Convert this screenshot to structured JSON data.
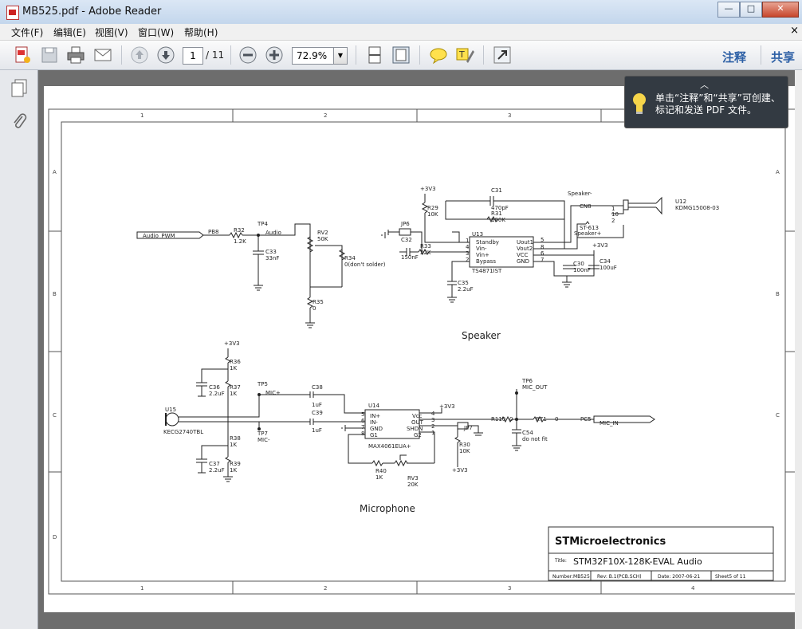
{
  "window": {
    "title": "MB525.pdf - Adobe Reader",
    "min": "—",
    "max": "□",
    "close": "✕"
  },
  "menu": {
    "items": [
      "文件(F)",
      "编辑(E)",
      "视图(V)",
      "窗口(W)",
      "帮助(H)"
    ],
    "close": "×"
  },
  "toolbar": {
    "page_current": "1",
    "page_total": "/ 11",
    "zoom": "72.9%",
    "zoom_arrow": "▼",
    "comment": "注释",
    "share": "共享"
  },
  "popup": {
    "caret": "︿",
    "line1": "单击“注释”和“共享”可创建、",
    "line2": "标记和发送 PDF 文件。"
  },
  "sheet": {
    "cols": [
      "1",
      "2",
      "3",
      "4"
    ],
    "rows": [
      "A",
      "B",
      "C",
      "D"
    ],
    "title_company": "STMicroelectronics",
    "title_label": "Title:",
    "title_name": "STM32F10X-128K-EVAL Audio",
    "number": "Number:MB525",
    "rev": "Rev: B.1(PCB.SCH)",
    "date": "Date: 2007-06-21",
    "sheet_of": "Sheet5   of       11"
  },
  "speaker": {
    "label": "Speaker",
    "audio_pwm": "Audio_PWM",
    "pb8": "PB8",
    "r32": "R32",
    "r32v": "1.2K",
    "tp4": "TP4",
    "audio": "Audio",
    "c33": "C33",
    "c33v": "33nF",
    "rv2": "RV2",
    "rv2v": "50K",
    "r34": "R34",
    "r34v": "0(don't solder)",
    "r35": "R35",
    "r35v": "0",
    "jp6": "JP6",
    "c32": "C32",
    "c32v": "150nF",
    "r33": "R33",
    "r33v": "22K",
    "p3v3": "+3V3",
    "r29": "R29",
    "r29v": "10K",
    "c31": "C31",
    "c31v": "470pF",
    "r31": "R31",
    "r31v": "100K",
    "u13": "U13",
    "u13part": "TS4871IST",
    "pins_l": [
      "Standby",
      "Vin-",
      "Vin+",
      "Bypass"
    ],
    "pins_r": [
      "Uout1",
      "Vout2",
      "VCC",
      "GND"
    ],
    "pnum_r": [
      "5",
      "8",
      "6",
      "7"
    ],
    "pnum_l": [
      "1",
      "4",
      "3",
      "2"
    ],
    "c35": "C35",
    "c35v": "2.2uF",
    "c30": "C30",
    "c30v": "100nF",
    "c34": "C34",
    "c34v": "100uF",
    "spk_m": "Speaker-",
    "spk_p": "Speaker+",
    "cn8": "CN8",
    "st613": "ST-613",
    "u12": "U12",
    "u12part": "KDMG15008-03",
    "n1": "1",
    "n10": "10",
    "n2": "2"
  },
  "mic": {
    "label": "Microphone",
    "p3v3": "+3V3",
    "r36": "R36",
    "r36v": "1K",
    "c36": "C36",
    "c36v": "2.2uF",
    "r37": "R37",
    "r37v": "1K",
    "tp5": "TP5",
    "micp": "MIC+",
    "c38": "C38",
    "c38v": "1uF",
    "u15": "U15",
    "u15part": "KECG2740TBL",
    "c39": "C39",
    "c39v": "1uF",
    "tp7": "TP7",
    "micm": "MIC-",
    "r38": "R38",
    "r38v": "1K",
    "c37": "C37",
    "c37v": "2.2uF",
    "r39": "R39",
    "r39v": "1K",
    "u14": "U14",
    "u14part": "MAX4061EUA+",
    "pins_l": [
      "IN+",
      "IN-",
      "GND",
      "G1"
    ],
    "pins_r": [
      "Vcc",
      "OUT",
      "SHDN",
      "G2"
    ],
    "pnum_l": [
      "5",
      "6",
      "7",
      "8"
    ],
    "pnum_r": [
      "4",
      "3",
      "2",
      "1"
    ],
    "jp7": "JP7",
    "r30": "R30",
    "r30v": "10K",
    "r40": "R40",
    "r40v": "1K",
    "rv3": "RV3",
    "rv3v": "20K",
    "tp6": "TP6",
    "mic_out": "MIC_OUT",
    "r110": "R110",
    "r110v": "0",
    "c54": "C54",
    "c54v": "do not fit",
    "r71": "R71",
    "r71v": "0",
    "pc5": "PC5",
    "mic_in": "MIC_IN"
  }
}
